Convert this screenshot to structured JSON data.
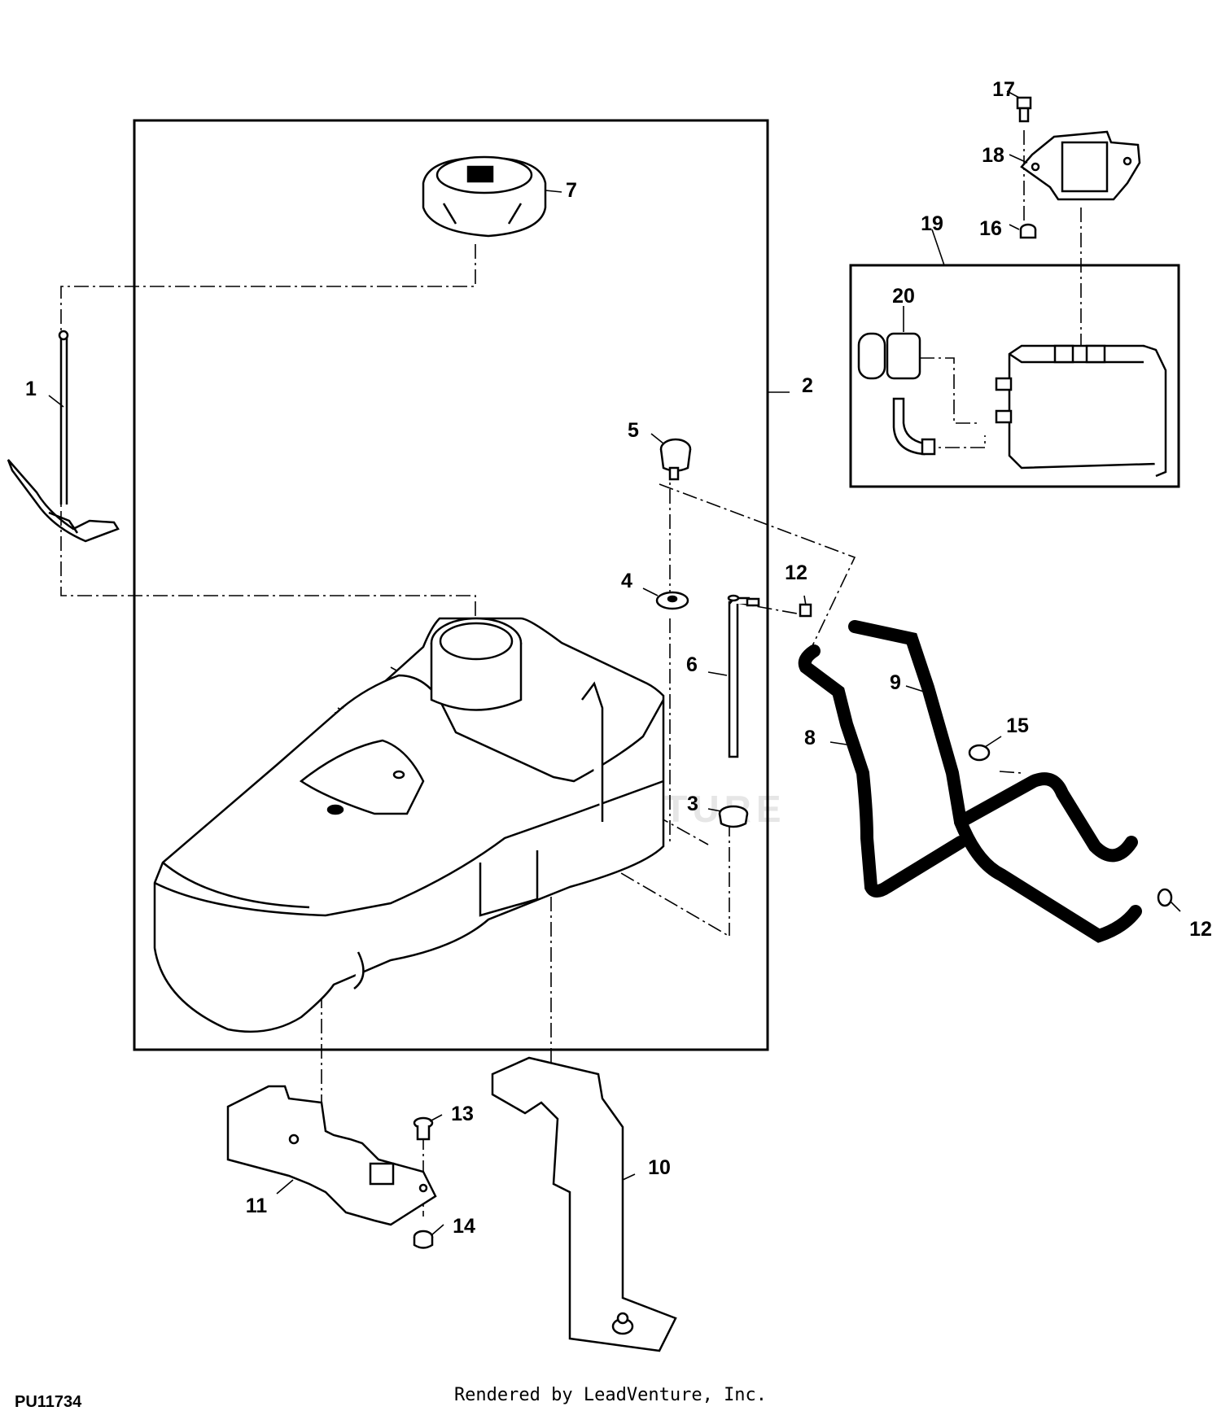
{
  "figure_id": "PU11734",
  "credit": "Rendered by LeadVenture, Inc.",
  "watermark": "LEADVENTURE",
  "callouts": [
    {
      "key": "1",
      "label": "1"
    },
    {
      "key": "2",
      "label": "2"
    },
    {
      "key": "3",
      "label": "3"
    },
    {
      "key": "4",
      "label": "4"
    },
    {
      "key": "5",
      "label": "5"
    },
    {
      "key": "6",
      "label": "6"
    },
    {
      "key": "7",
      "label": "7"
    },
    {
      "key": "8",
      "label": "8"
    },
    {
      "key": "9",
      "label": "9"
    },
    {
      "key": "10",
      "label": "10"
    },
    {
      "key": "11",
      "label": "11"
    },
    {
      "key": "12a",
      "label": "12"
    },
    {
      "key": "12b",
      "label": "12"
    },
    {
      "key": "13",
      "label": "13"
    },
    {
      "key": "14",
      "label": "14"
    },
    {
      "key": "15",
      "label": "15"
    },
    {
      "key": "16",
      "label": "16"
    },
    {
      "key": "17",
      "label": "17"
    },
    {
      "key": "18",
      "label": "18"
    },
    {
      "key": "19",
      "label": "19"
    },
    {
      "key": "20",
      "label": "20"
    }
  ]
}
